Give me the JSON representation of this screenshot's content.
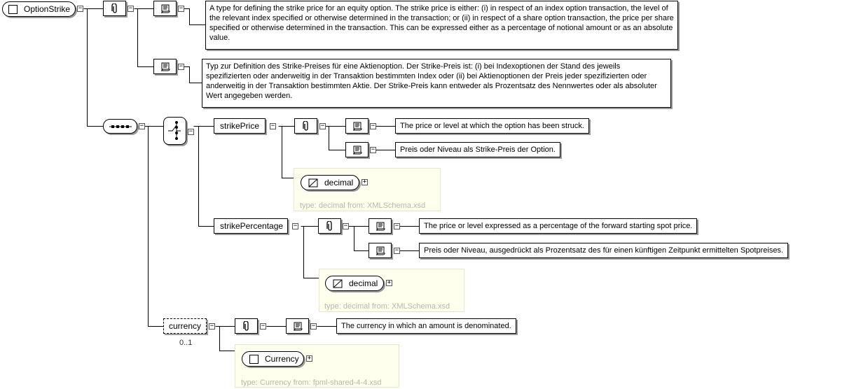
{
  "root": {
    "name": "OptionStrike"
  },
  "root_docs": {
    "en": "A type for defining the strike price for an equity option. The strike price is either: (i) in respect of an index option transaction, the level of the relevant index specified or otherwise determined in the transaction; or (ii) in respect of a share option transaction, the price per share specified or otherwise determined in the transaction. This can be expressed either as a percentage of notional amount or as an absolute value.",
    "de": "Typ zur Definition des Strike-Preises für eine Aktienoption. Der Strike-Preis ist: (i) bei Indexoptionen der Stand des jeweils spezifizierten oder anderweitig in der Transaktion bestimmten Index oder (ii) bei Aktienoptionen der Preis jeder spezifizierten oder anderweitig in der Transaktion bestimmten Aktie. Der Strike-Preis kann entweder als Prozentsatz des Nennwertes oder als absoluter Wert angegeben werden."
  },
  "elements": {
    "strikePrice": {
      "name": "strikePrice",
      "doc_en": "The price or level at which the option has been struck.",
      "doc_de": "Preis oder Niveau als Strike-Preis der Option.",
      "type_name": "decimal",
      "type_note": "type: decimal from: XMLSchema.xsd"
    },
    "strikePercentage": {
      "name": "strikePercentage",
      "doc_en": "The price or level expressed as a percentage of the forward starting spot price.",
      "doc_de": "Preis oder Niveau, ausgedrückt als Prozentsatz des für einen künftigen Zeitpunkt ermittelten Spotpreises.",
      "type_name": "decimal",
      "type_note": "type: decimal from: XMLSchema.xsd"
    },
    "currency": {
      "name": "currency",
      "occurrence": "0..1",
      "doc_en": "The currency in which an amount is denominated.",
      "type_name": "Currency",
      "type_note": "type: Currency from: fpml-shared-4-4.xsd"
    }
  },
  "toggles": {
    "collapse": "−",
    "expand": "+"
  },
  "icons": {
    "annotation": "paperclip-icon",
    "documentation": "scroll-icon",
    "sequence": "sequence-icon",
    "choice": "choice-icon",
    "simple_type": "simple-type-icon",
    "complex_type": "complex-type-icon"
  }
}
